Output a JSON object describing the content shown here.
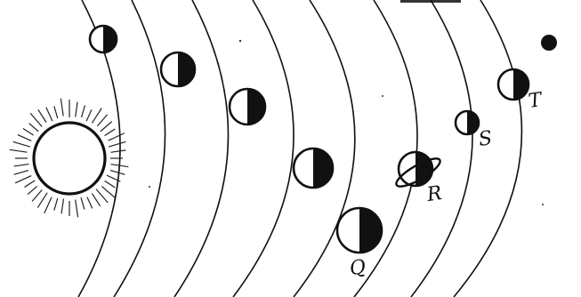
{
  "labels": {
    "Q": "Q",
    "R": "R",
    "S": "S",
    "T": "T"
  }
}
